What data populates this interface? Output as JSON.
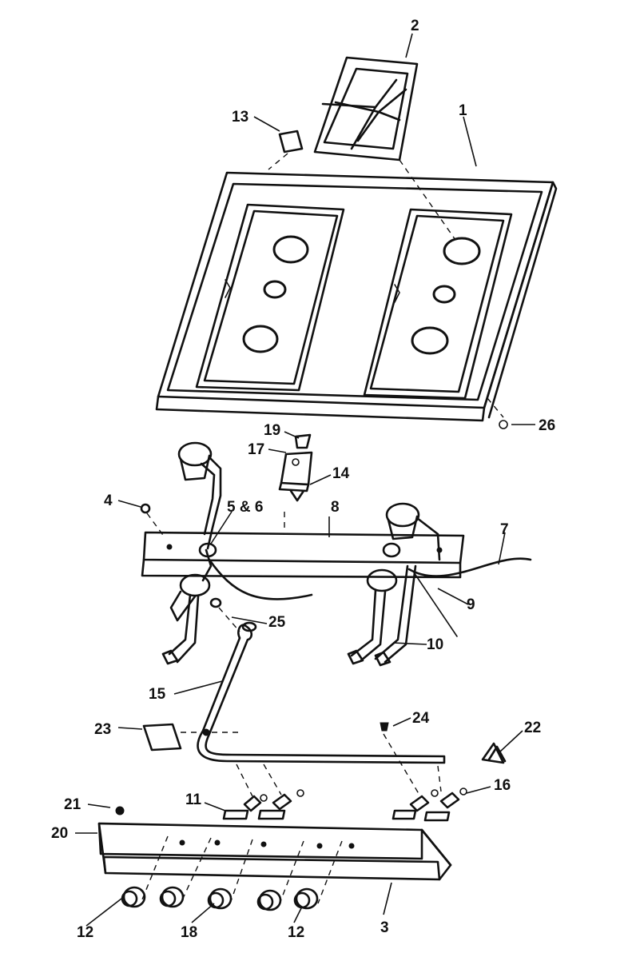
{
  "callouts": {
    "c1": "1",
    "c2": "2",
    "c3": "3",
    "c4": "4",
    "c5_6": "5 & 6",
    "c7": "7",
    "c8": "8",
    "c9": "9",
    "c10": "10",
    "c11": "11",
    "c12a": "12",
    "c12b": "12",
    "c13": "13",
    "c14": "14",
    "c15": "15",
    "c16": "16",
    "c17": "17",
    "c18": "18",
    "c19": "19",
    "c20": "20",
    "c21": "21",
    "c22": "22",
    "c23": "23",
    "c24": "24",
    "c25": "25",
    "c26": "26"
  }
}
